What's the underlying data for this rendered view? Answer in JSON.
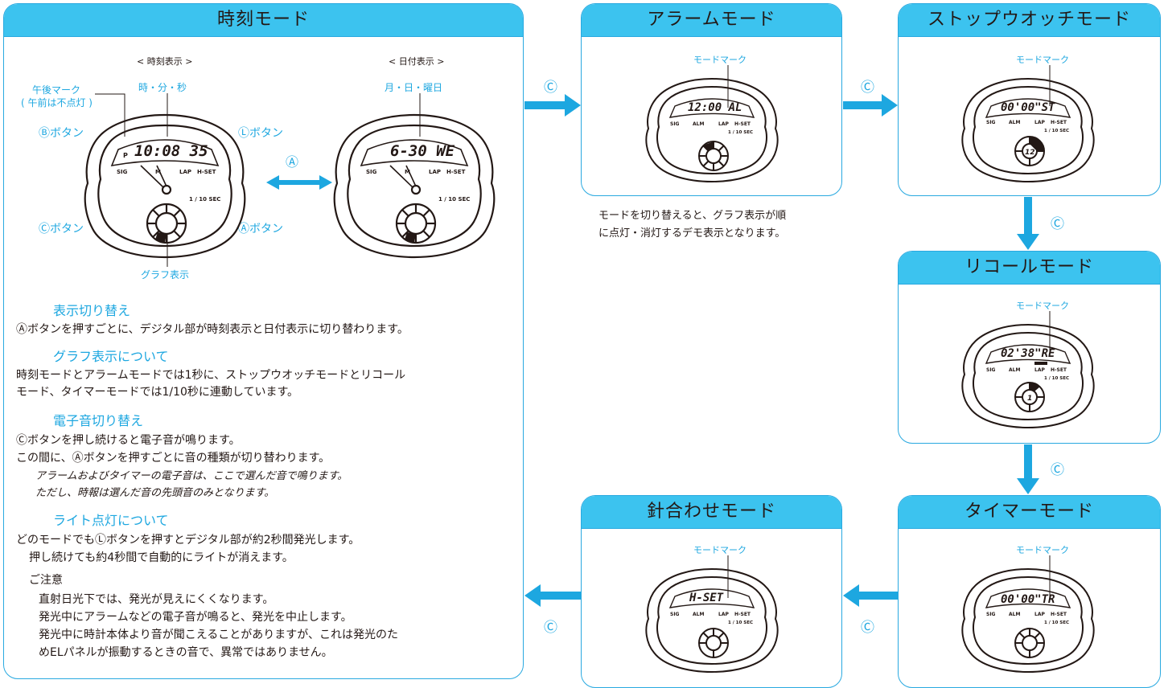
{
  "main_panel": {
    "title": "時刻モード",
    "time_caption": "< 時刻表示 >",
    "date_caption": "< 日付表示 >",
    "label_hms": "時・分・秒",
    "label_mdw": "月・日・曜日",
    "label_pm_line1": "午後マーク",
    "label_pm_line2": "( 午前は不点灯 )",
    "btn_b": "Ⓑボタン",
    "btn_l": "Ⓛボタン",
    "btn_c": "Ⓒボタン",
    "btn_a": "Ⓐボタン",
    "arrow_a": "Ⓐ",
    "graph_label": "グラフ表示",
    "time_display": "10:08 35",
    "pm_mark": "P",
    "date_display": "6-30 WE",
    "watch_labels": {
      "sig": "SIG",
      "am": "M",
      "lap": "LAP",
      "hset": "H-SET",
      "tenth": "1 / 10 SEC"
    },
    "sections": [
      {
        "title": "表示切り替え",
        "lines": [
          "Ⓐボタンを押すごとに、デジタル部が時刻表示と日付表示に切り替わります。"
        ]
      },
      {
        "title": "グラフ表示について",
        "lines": [
          "時刻モードとアラームモードでは1秒に、ストップウオッチモードとリコール",
          "モード、タイマーモードでは1/10秒に連動しています。"
        ]
      },
      {
        "title": "電子音切り替え",
        "lines": [
          "Ⓒボタンを押し続けると電子音が鳴ります。",
          "この間に、Ⓐボタンを押すごとに音の種類が切り替わります。"
        ],
        "notes": [
          "アラームおよびタイマーの電子音は、ここで選んだ音で鳴ります。",
          "ただし、時報は選んだ音の先頭音のみとなります。"
        ]
      },
      {
        "title": "ライト点灯について",
        "lines": [
          "どのモードでもⓁボタンを押すとデジタル部が約2秒間発光します。",
          "押し続けても約4秒間で自動的にライトが消えます。"
        ]
      }
    ],
    "caution_title": "ご注意",
    "caution_lines": [
      "直射日光下では、発光が見えにくくなります。",
      "発光中にアラームなどの電子音が鳴ると、発光を中止します。",
      "発光中に時計本体より音が聞こえることがありますが、これは発光のた",
      "めELパネルが振動するときの音で、異常ではありません。"
    ]
  },
  "mode_mark_label": "モードマーク",
  "watch_small_labels": {
    "sig": "SIG",
    "alm": "ALM",
    "lap": "LAP",
    "hset": "H-SET",
    "tenth": "1 / 10 SEC"
  },
  "modes": {
    "alarm": {
      "title": "アラームモード",
      "display": "12:00 AL"
    },
    "stopwatch": {
      "title": "ストップウオッチモード",
      "display": "00'00\"ST",
      "dial": "12"
    },
    "recall": {
      "title": "リコールモード",
      "display": "02'38\"RE",
      "dial": "1"
    },
    "timer": {
      "title": "タイマーモード",
      "display": "00'00\"TR"
    },
    "hand_set": {
      "title": "針合わせモード",
      "display": "H-SET"
    }
  },
  "alarm_note_lines": [
    "モードを切り替えると、グラフ表示が順",
    "に点灯・消灯するデモ表示となります。"
  ],
  "transition_label": "Ⓒ",
  "colors": {
    "accent": "#3cc3ef",
    "border": "#29a9e0",
    "arrow": "#1da7e0",
    "text": "#231815"
  }
}
